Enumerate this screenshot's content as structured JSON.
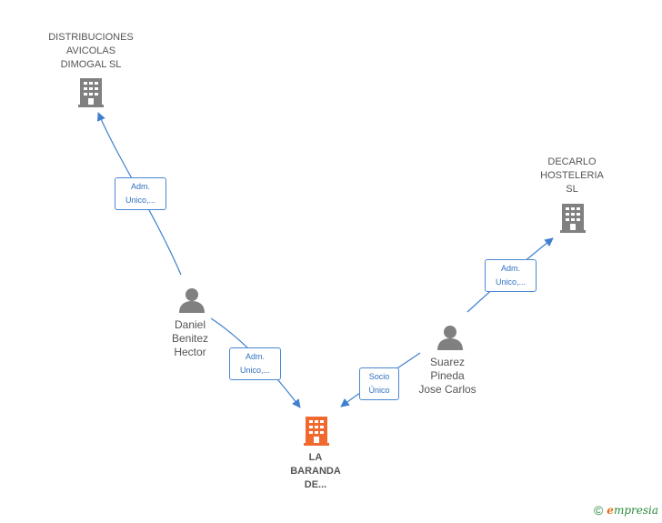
{
  "colors": {
    "edge": "#3f7fd0",
    "company": "#808080",
    "main_company": "#f06a30",
    "person": "#808080"
  },
  "nodes": {
    "distribuciones": {
      "icon": "building-icon",
      "lines": [
        "DISTRIBUCIONES",
        "AVICOLAS",
        "DIMOGAL SL"
      ]
    },
    "decarlo": {
      "icon": "building-icon",
      "lines": [
        "DECARLO",
        "HOSTELERIA",
        "SL"
      ]
    },
    "daniel": {
      "icon": "person-icon",
      "lines": [
        "Daniel",
        "Benitez",
        "Hector"
      ]
    },
    "suarez": {
      "icon": "person-icon",
      "lines": [
        "Suarez",
        "Pineda",
        "Jose Carlos"
      ]
    },
    "baranda": {
      "icon": "building-icon",
      "lines": [
        "LA",
        "BARANDA",
        "DE..."
      ]
    }
  },
  "edges": {
    "daniel_distribuciones": {
      "lines": [
        "Adm.",
        "Unico,..."
      ]
    },
    "suarez_decarlo": {
      "lines": [
        "Adm.",
        "Unico,..."
      ]
    },
    "daniel_baranda": {
      "lines": [
        "Adm.",
        "Unico,..."
      ]
    },
    "suarez_baranda": {
      "lines": [
        "Socio",
        "Único"
      ]
    }
  },
  "brand": {
    "copyright": "©",
    "first_letter": "e",
    "rest": "mpresia"
  }
}
